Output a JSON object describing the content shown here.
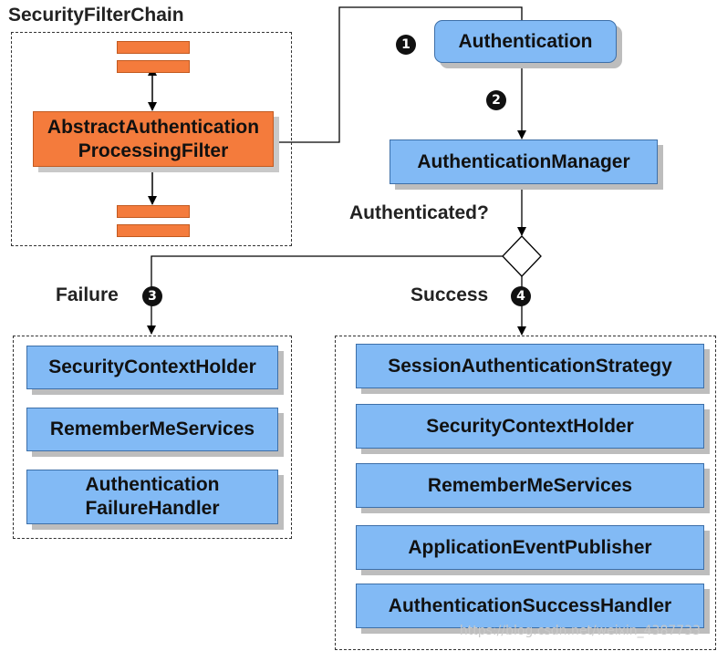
{
  "chain": {
    "title": "SecurityFilterChain",
    "filter_lines": [
      "AbstractAuthentication",
      "ProcessingFilter"
    ]
  },
  "flow": {
    "authentication": "Authentication",
    "manager": "AuthenticationManager",
    "question": "Authenticated?",
    "failure_label": "Failure",
    "success_label": "Success",
    "steps": [
      "1",
      "2",
      "3",
      "4"
    ]
  },
  "failure": {
    "items": [
      [
        "SecurityContextHolder"
      ],
      [
        "RememberMeServices"
      ],
      [
        "Authentication",
        "FailureHandler"
      ]
    ]
  },
  "success": {
    "items": [
      "SessionAuthenticationStrategy",
      "SecurityContextHolder",
      "RememberMeServices",
      "ApplicationEventPublisher",
      "AuthenticationSuccessHandler"
    ]
  },
  "watermark": "https://blog.csdn.net/weixin_4387733",
  "colors": {
    "blue": "#82baf5",
    "orange": "#f47b3c",
    "badge": "#111111"
  }
}
